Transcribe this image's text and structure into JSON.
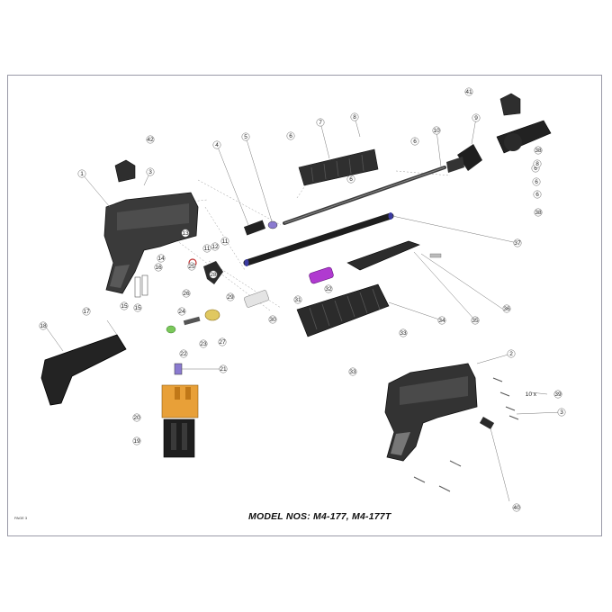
{
  "footer": {
    "model_nos": "MODEL NOS:  M4-177, M4-177T",
    "page_label": "PAGE 3"
  },
  "callouts": [
    {
      "id": "c1",
      "text": "1"
    },
    {
      "id": "c2",
      "text": "2"
    },
    {
      "id": "c3a",
      "text": "3"
    },
    {
      "id": "c3b",
      "text": "3"
    },
    {
      "id": "c4",
      "text": "4"
    },
    {
      "id": "c5",
      "text": "5"
    },
    {
      "id": "c6a",
      "text": "6"
    },
    {
      "id": "c6b",
      "text": "6"
    },
    {
      "id": "c6c",
      "text": "6"
    },
    {
      "id": "c6d",
      "text": "6"
    },
    {
      "id": "c6e",
      "text": "6"
    },
    {
      "id": "c6f",
      "text": "6"
    },
    {
      "id": "c7",
      "text": "7"
    },
    {
      "id": "c8a",
      "text": "8"
    },
    {
      "id": "c8b",
      "text": "8"
    },
    {
      "id": "c9",
      "text": "9"
    },
    {
      "id": "c10",
      "text": "10"
    },
    {
      "id": "c11a",
      "text": "11"
    },
    {
      "id": "c11b",
      "text": "11"
    },
    {
      "id": "c12",
      "text": "12"
    },
    {
      "id": "c13",
      "text": "13"
    },
    {
      "id": "c14",
      "text": "14"
    },
    {
      "id": "c15a",
      "text": "15"
    },
    {
      "id": "c15b",
      "text": "15"
    },
    {
      "id": "c16",
      "text": "16"
    },
    {
      "id": "c17",
      "text": "17"
    },
    {
      "id": "c18",
      "text": "18"
    },
    {
      "id": "c19",
      "text": "19"
    },
    {
      "id": "c20",
      "text": "20"
    },
    {
      "id": "c21",
      "text": "21"
    },
    {
      "id": "c22",
      "text": "22"
    },
    {
      "id": "c23",
      "text": "23"
    },
    {
      "id": "c24",
      "text": "24"
    },
    {
      "id": "c25",
      "text": "25"
    },
    {
      "id": "c26",
      "text": "26"
    },
    {
      "id": "c27",
      "text": "27"
    },
    {
      "id": "c28",
      "text": "28"
    },
    {
      "id": "c29",
      "text": "29"
    },
    {
      "id": "c30",
      "text": "30"
    },
    {
      "id": "c31",
      "text": "31"
    },
    {
      "id": "c32",
      "text": "32"
    },
    {
      "id": "c33a",
      "text": "33"
    },
    {
      "id": "c33b",
      "text": "33"
    },
    {
      "id": "c34",
      "text": "34"
    },
    {
      "id": "c35",
      "text": "35"
    },
    {
      "id": "c36",
      "text": "36"
    },
    {
      "id": "c37",
      "text": "37"
    },
    {
      "id": "c38a",
      "text": "38"
    },
    {
      "id": "c38b",
      "text": "38"
    },
    {
      "id": "c39",
      "text": "39"
    },
    {
      "id": "c40",
      "text": "40"
    },
    {
      "id": "c41",
      "text": "41"
    },
    {
      "id": "c42",
      "text": "42"
    }
  ],
  "qty_note": "10 x"
}
